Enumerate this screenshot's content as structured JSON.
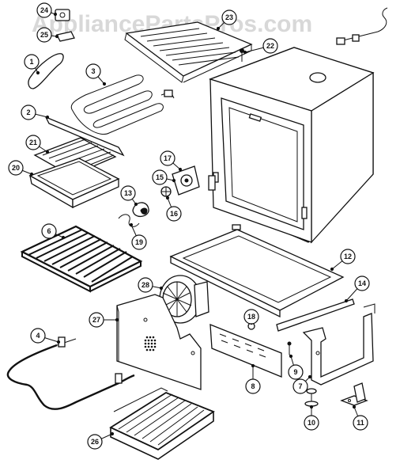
{
  "watermark": "AppliancePartsPros.com",
  "colors": {
    "line": "#111111",
    "background": "#ffffff",
    "watermark": "#d8d8d8"
  },
  "callouts": [
    {
      "id": "c24",
      "label": "24"
    },
    {
      "id": "c25",
      "label": "25"
    },
    {
      "id": "c1",
      "label": "1"
    },
    {
      "id": "c23",
      "label": "23"
    },
    {
      "id": "c22",
      "label": "22"
    },
    {
      "id": "c3",
      "label": "3"
    },
    {
      "id": "c2",
      "label": "2"
    },
    {
      "id": "c21",
      "label": "21"
    },
    {
      "id": "c20",
      "label": "20"
    },
    {
      "id": "c17",
      "label": "17"
    },
    {
      "id": "c15",
      "label": "15"
    },
    {
      "id": "c13",
      "label": "13"
    },
    {
      "id": "c16",
      "label": "16"
    },
    {
      "id": "c19",
      "label": "19"
    },
    {
      "id": "c6",
      "label": "6"
    },
    {
      "id": "c12",
      "label": "12"
    },
    {
      "id": "c28",
      "label": "28"
    },
    {
      "id": "c14",
      "label": "14"
    },
    {
      "id": "c27",
      "label": "27"
    },
    {
      "id": "c18",
      "label": "18"
    },
    {
      "id": "c4",
      "label": "4"
    },
    {
      "id": "c9",
      "label": "9"
    },
    {
      "id": "c8",
      "label": "8"
    },
    {
      "id": "c7",
      "label": "7"
    },
    {
      "id": "c10",
      "label": "10"
    },
    {
      "id": "c11",
      "label": "11"
    },
    {
      "id": "c26",
      "label": "26"
    }
  ]
}
